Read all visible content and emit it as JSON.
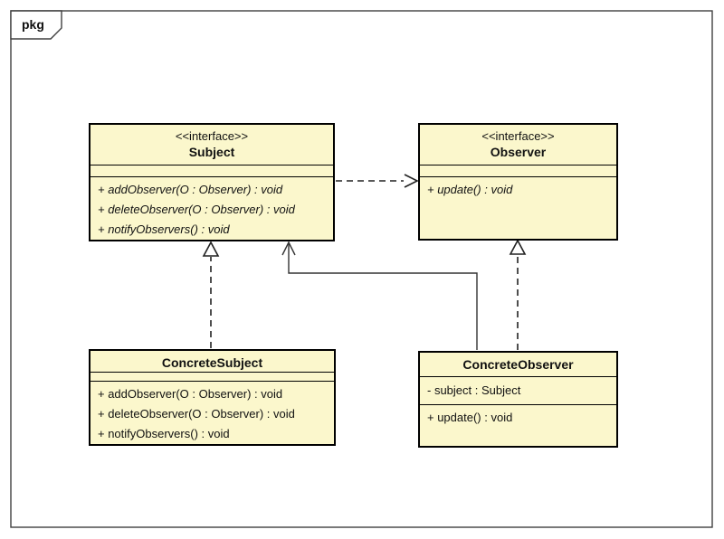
{
  "package": {
    "label": "pkg"
  },
  "colors": {
    "class_fill": "#FBF7CC",
    "class_border": "#000000",
    "frame_border": "#404040",
    "background": "#FFFFFF"
  },
  "classes": {
    "subject": {
      "stereotype": "<<interface>>",
      "name": "Subject",
      "attributes": [],
      "methods": [
        "+ addObserver(O : Observer) : void",
        "+ deleteObserver(O : Observer) : void",
        "+ notifyObservers() : void"
      ]
    },
    "observer": {
      "stereotype": "<<interface>>",
      "name": "Observer",
      "attributes": [],
      "methods": [
        "+ update() : void"
      ]
    },
    "concrete_subject": {
      "name": "ConcreteSubject",
      "attributes": [],
      "methods": [
        "+ addObserver(O : Observer) : void",
        "+ deleteObserver(O : Observer) : void",
        "+ notifyObservers() : void"
      ]
    },
    "concrete_observer": {
      "name": "ConcreteObserver",
      "attributes": [
        "- subject : Subject"
      ],
      "methods": [
        "+ update() : void"
      ]
    }
  },
  "relationships": [
    {
      "from": "Subject",
      "to": "Observer",
      "type": "dependency",
      "line": "dashed",
      "arrowhead": "open"
    },
    {
      "from": "ConcreteSubject",
      "to": "Subject",
      "type": "realization",
      "line": "dashed",
      "arrowhead": "hollow-triangle"
    },
    {
      "from": "ConcreteObserver",
      "to": "Observer",
      "type": "realization",
      "line": "dashed",
      "arrowhead": "hollow-triangle"
    },
    {
      "from": "ConcreteObserver",
      "to": "Subject",
      "type": "association",
      "line": "solid",
      "arrowhead": "open"
    }
  ]
}
